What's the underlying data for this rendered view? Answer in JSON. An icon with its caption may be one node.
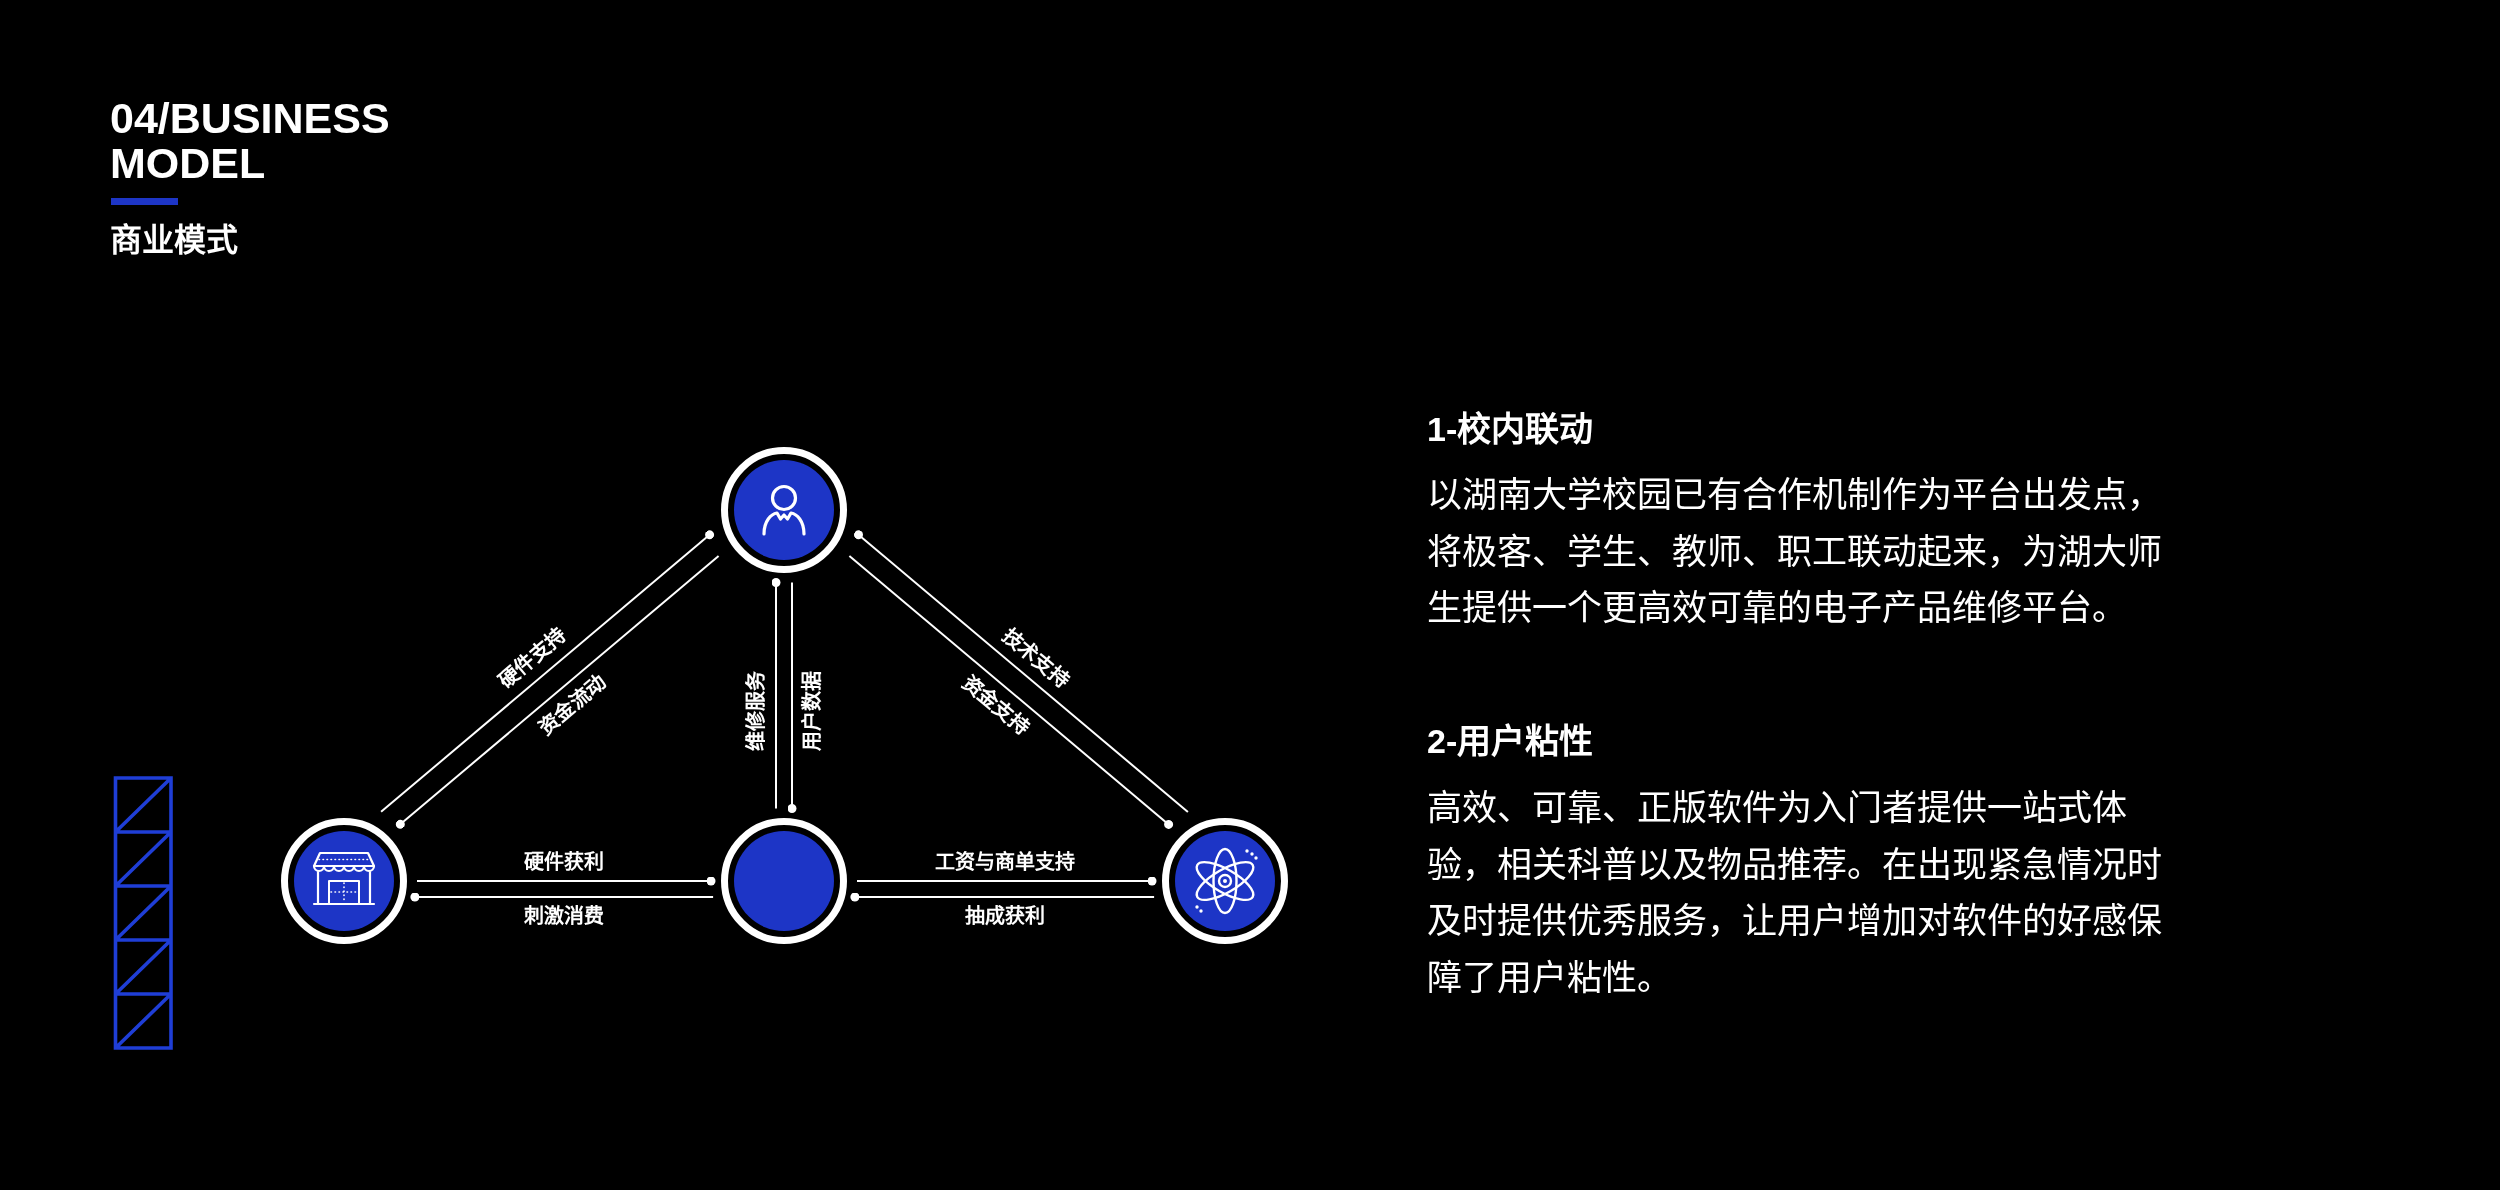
{
  "diagram": {
    "title": "04/BUSINESS MODEL",
    "nodes": [
      {
        "text": [],
        "shape": "circle"
      },
      {
        "text": [],
        "shape": "circle"
      },
      {
        "text": [],
        "shape": "circle"
      },
      {
        "text": [],
        "shape": "circle"
      }
    ],
    "edges": [
      {
        "from": 1,
        "to": 0,
        "arrow": "other",
        "label": "硬件支持"
      },
      {
        "from": 0,
        "to": 1,
        "arrow": "other",
        "label": "资金流动"
      },
      {
        "from": 2,
        "to": 0,
        "arrow": "other",
        "label": "维修服务"
      },
      {
        "from": 0,
        "to": 2,
        "arrow": "other",
        "label": "用户数据"
      },
      {
        "from": 3,
        "to": 0,
        "arrow": "other",
        "label": "技术支持"
      },
      {
        "from": 0,
        "to": 3,
        "arrow": "other",
        "label": "资金支持"
      },
      {
        "from": 1,
        "to": 2,
        "arrow": "other",
        "label": "硬件获利"
      },
      {
        "from": 2,
        "to": 1,
        "arrow": "other",
        "label": "刺激消费"
      },
      {
        "from": 2,
        "to": 3,
        "arrow": "other",
        "label": "工资与商单支持"
      },
      {
        "from": 3,
        "to": 2,
        "arrow": "other",
        "label": "抽成获利"
      }
    ],
    "labels": [
      "商业模式",
      "1-校内联动",
      "以湖南大学校园已有合作机制作为平台出发点，将极客、学生、教师、职工联动起来，为湖大师生提供一个更高效可靠的电子产品维修平台。",
      "2-用户粘性",
      "高效、可靠、正版软件为入门者提供一站式体验，相关科普以及物品推荐。在出现紧急情况时及时提供优秀服务，让用户增加对软件的好感保障了用户粘性。"
    ]
  }
}
